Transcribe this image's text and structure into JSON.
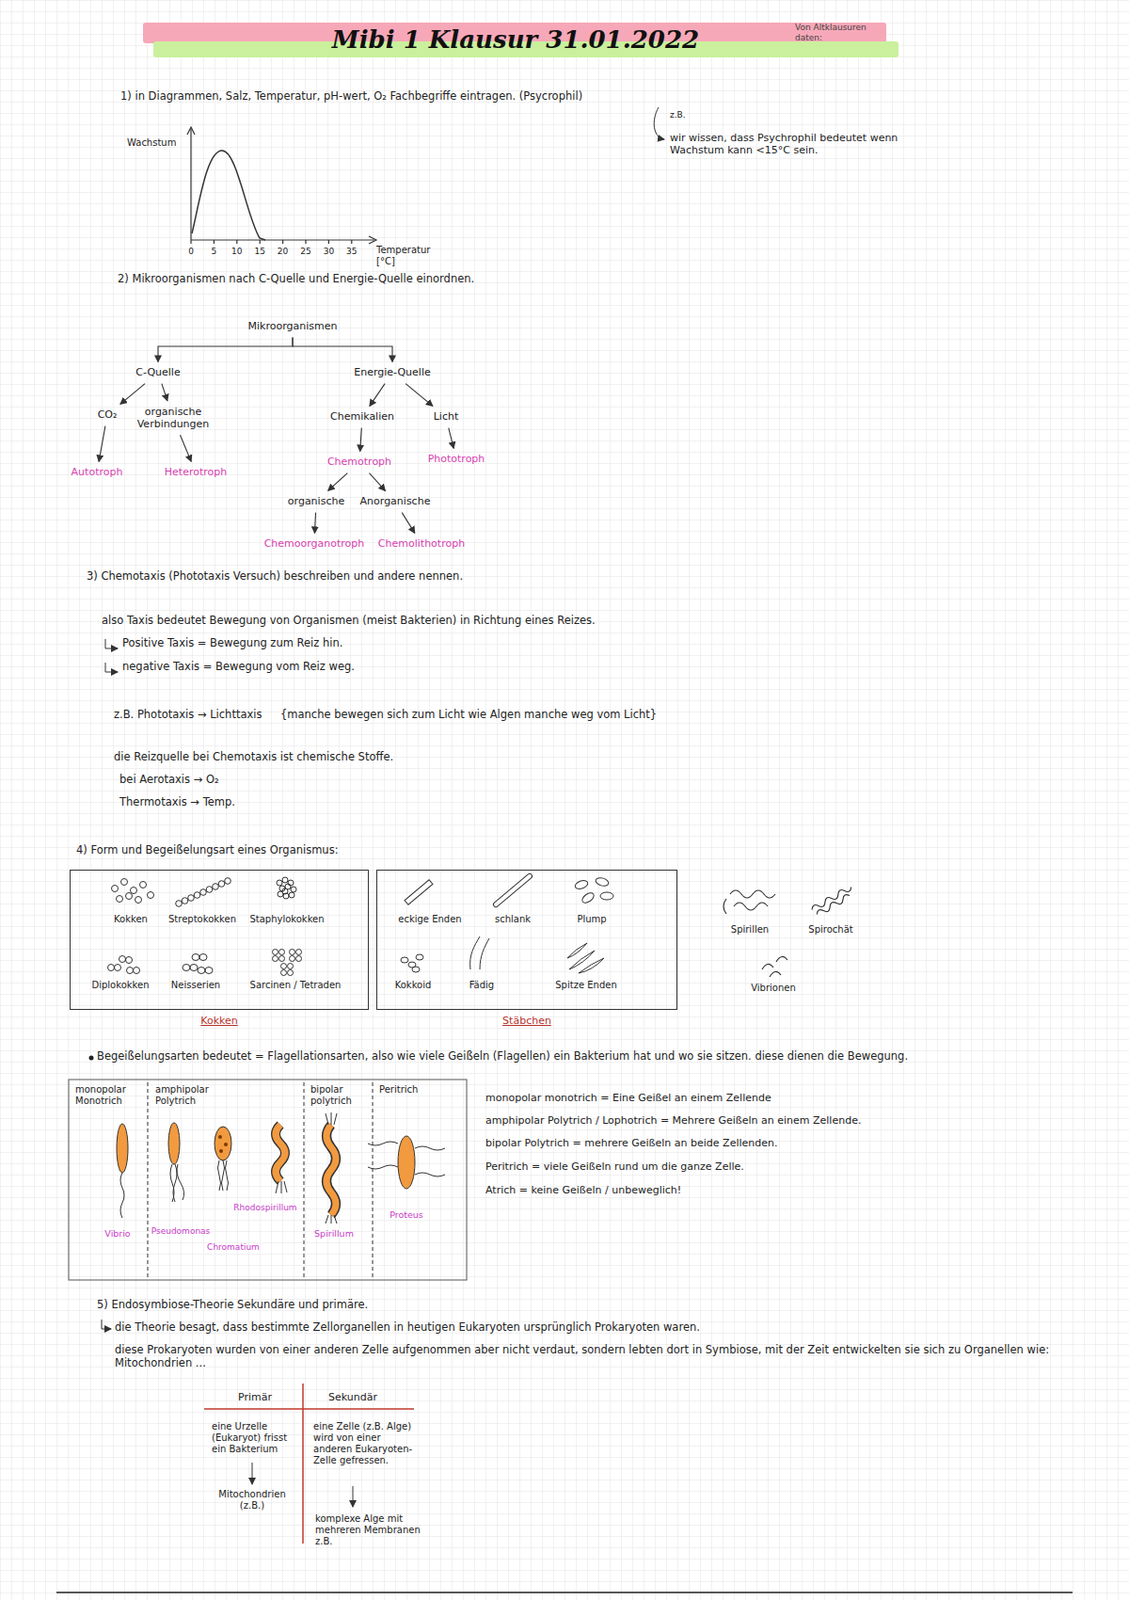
{
  "diagram": {
    "title": "Mibi 1 Klausur 31.01.2022",
    "nodes": [
      {
        "text": [
          "Mikroorganismen"
        ]
      },
      {
        "text": [
          "C-Quelle"
        ]
      },
      {
        "text": [
          "Energie-Quelle"
        ]
      },
      {
        "text": [
          "CO₂"
        ]
      },
      {
        "text": [
          "organische Verbindungen"
        ]
      },
      {
        "text": [
          "Autotroph"
        ]
      },
      {
        "text": [
          "Heterotroph"
        ]
      },
      {
        "text": [
          "Chemikalien"
        ]
      },
      {
        "text": [
          "Licht"
        ]
      },
      {
        "text": [
          "Chemotroph"
        ]
      },
      {
        "text": [
          "Phototroph"
        ]
      },
      {
        "text": [
          "organische"
        ]
      },
      {
        "text": [
          "Anorganische"
        ]
      },
      {
        "text": [
          "Chemoorganotroph"
        ]
      },
      {
        "text": [
          "Chemolithotroph"
        ]
      },
      {
        "text": [
          "Kokken"
        ]
      },
      {
        "text": [
          "Stäbchen"
        ]
      }
    ],
    "edges": [
      {
        "from": 0,
        "to": 1,
        "arrow": "to"
      },
      {
        "from": 0,
        "to": 2,
        "arrow": "to"
      },
      {
        "from": 1,
        "to": 3,
        "arrow": "to"
      },
      {
        "from": 1,
        "to": 4,
        "arrow": "to"
      },
      {
        "from": 3,
        "to": 5,
        "arrow": "to"
      },
      {
        "from": 4,
        "to": 6,
        "arrow": "to"
      },
      {
        "from": 2,
        "to": 7,
        "arrow": "to"
      },
      {
        "from": 2,
        "to": 8,
        "arrow": "to"
      },
      {
        "from": 7,
        "to": 9,
        "arrow": "to"
      },
      {
        "from": 8,
        "to": 10,
        "arrow": "to"
      },
      {
        "from": 9,
        "to": 11,
        "arrow": "to"
      },
      {
        "from": 9,
        "to": 12,
        "arrow": "to"
      },
      {
        "from": 11,
        "to": 13,
        "arrow": "to"
      },
      {
        "from": 12,
        "to": 14,
        "arrow": "to"
      }
    ],
    "labels": [
      "Von Altklausuren daten:",
      "1) in Diagrammen, Salz, Temperatur, pH-wert, O₂ Fachbegriffe eintragen. (Psycrophil)",
      "z.B.",
      "wir wissen, dass Psychrophil bedeutet wenn Wachstum kann <15°C sein.",
      "Wachstum",
      "0",
      "5",
      "10",
      "15",
      "20",
      "25",
      "30",
      "35",
      "Temperatur [°C]",
      "2) Mikroorganismen nach C-Quelle und Energie-Quelle einordnen.",
      "3) Chemotaxis (Phototaxis Versuch) beschreiben und andere nennen.",
      "also Taxis bedeutet Bewegung von Organismen (meist Bakterien) in Richtung eines Reizes.",
      "Positive Taxis = Bewegung zum Reiz hin.",
      "negative Taxis = Bewegung vom Reiz weg.",
      "z.B. Phototaxis → Lichttaxis",
      "{manche bewegen sich zum Licht wie Algen manche weg vom Licht}",
      "die Reizquelle bei Chemotaxis ist chemische Stoffe.",
      "bei Aerotaxis → O₂",
      "Thermotaxis → Temp.",
      "4) Form und Begeißelungsart eines Organismus:",
      "Kokken",
      "Streptokokken",
      "Staphylokokken",
      "Diplokokken",
      "Neisserien",
      "Sarcinen / Tetraden",
      "eckige Enden",
      "schlank",
      "Plump",
      "Kokkoid",
      "Fädig",
      "Spitze Enden",
      "Spirillen",
      "Spirochät",
      "Vibrionen",
      "Begeißelungsarten bedeutet = Flagellationsarten, also wie viele Geißeln (Flagellen) ein Bakterium hat und wo sie sitzen. diese dienen die Bewegung.",
      "monopolar Monotrich",
      "amphipolar Polytrich",
      "bipolar polytrich",
      "Peritrich",
      "Vibrio",
      "Pseudomonas",
      "Chromatium",
      "Rhodospirillum",
      "Spirillum",
      "Proteus",
      "monopolar monotrich = Eine Geißel an einem Zellende",
      "amphipolar Polytrich / Lophotrich = Mehrere Geißeln an einem Zellende.",
      "bipolar Polytrich = mehrere Geißeln an beide Zellenden.",
      "Peritrich = viele Geißeln rund um die ganze Zelle.",
      "Atrich = keine Geißeln / unbeweglich!",
      "5) Endosymbiose-Theorie Sekundäre und primäre.",
      "die Theorie besagt, dass bestimmte Zellorganellen in heutigen Eukaryoten ursprünglich Prokaryoten waren.",
      "diese Prokaryoten wurden von einer anderen Zelle aufgenommen aber nicht verdaut, sondern lebten dort in Symbiose, mit der Zeit entwickelten sie sich zu Organellen wie: Mitochondrien ...",
      "Primär",
      "Sekundär",
      "eine Urzelle (Eukaryot) frisst ein Bakterium",
      "Mitochondrien (z.B.)",
      "eine Zelle (z.B. Alge) wird von einer anderen Eukaryoten-Zelle gefressen.",
      "komplexe Alge mit mehreren Membranen z.B."
    ]
  }
}
